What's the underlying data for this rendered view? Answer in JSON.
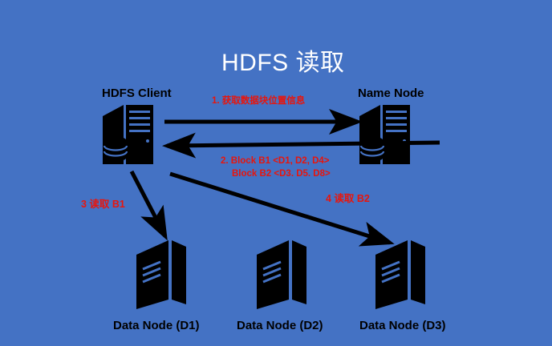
{
  "diagram": {
    "title": "HDFS 读取",
    "background_color": "#4472C4",
    "accent_color": "#E8150C",
    "icon_color": "#000000",
    "title_color": "#FFFFFF"
  },
  "nodes": {
    "client": {
      "label": "HDFS Client",
      "icon": "server-tower-with-database-icon"
    },
    "namenode": {
      "label": "Name Node",
      "icon": "server-tower-with-database-icon"
    },
    "datanodes": [
      {
        "label": "Data Node (D1)",
        "icon": "server-box-icon"
      },
      {
        "label": "Data Node (D2)",
        "icon": "server-box-icon"
      },
      {
        "label": "Data Node (D3)",
        "icon": "server-box-icon"
      }
    ]
  },
  "annotations": {
    "step1": "1. 获取数据块位置信息",
    "step2_line1": "2. Block  B1 <D1, D2, D4>",
    "step2_line2": "Block  B2 <D3. D5. D8>",
    "step3": "3 读取 B1",
    "step4": "4 读取 B2"
  },
  "arrows": [
    {
      "name": "client-to-namenode-request",
      "direction": "right"
    },
    {
      "name": "namenode-to-client-response",
      "direction": "left"
    },
    {
      "name": "client-to-datanode1-read",
      "direction": "down-right"
    },
    {
      "name": "client-to-datanode3-read",
      "direction": "down-right"
    }
  ]
}
